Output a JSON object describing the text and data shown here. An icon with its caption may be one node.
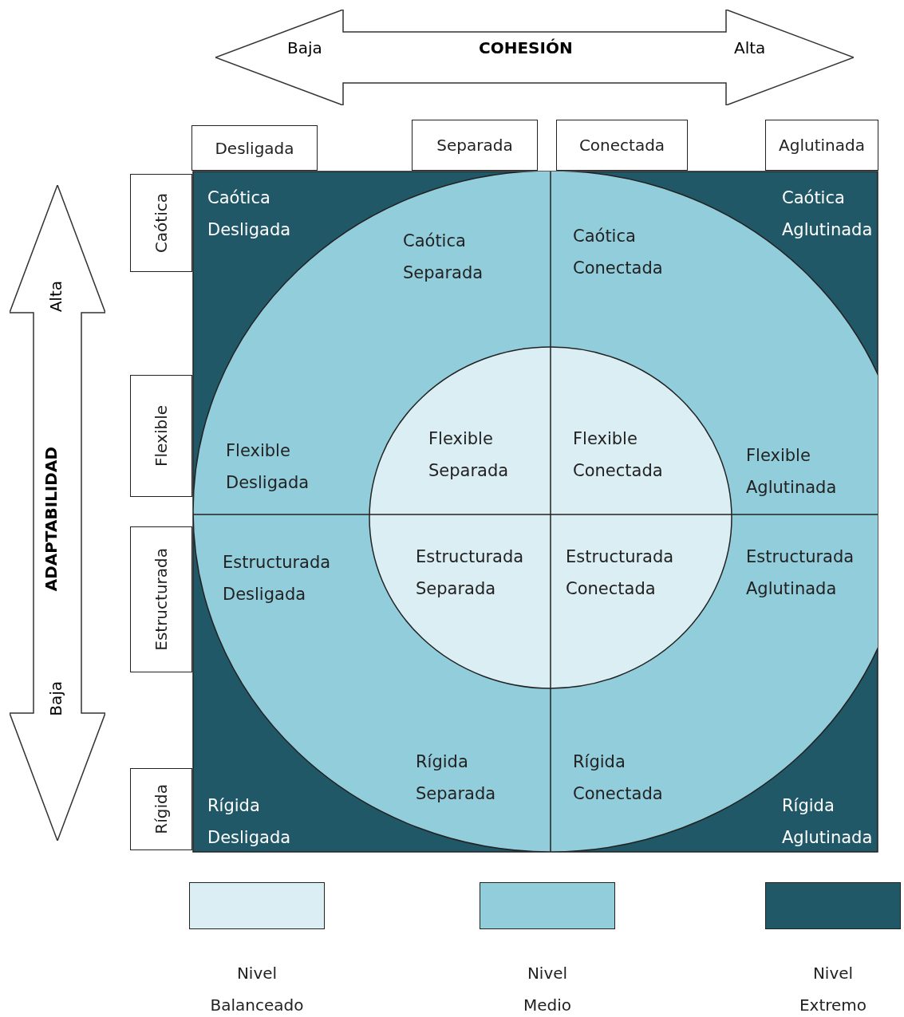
{
  "diagram": {
    "nodes": [
      {
        "text": [
          "Baja",
          "COHESIÓN",
          "Alta"
        ]
      },
      {
        "text": [
          "Alta",
          "ADAPTABILIDAD",
          "Baja"
        ]
      },
      {
        "text": [
          "Desligada"
        ]
      },
      {
        "text": [
          "Separada"
        ]
      },
      {
        "text": [
          "Conectada"
        ]
      },
      {
        "text": [
          "Aglutinada"
        ]
      },
      {
        "text": [
          "Caótica"
        ]
      },
      {
        "text": [
          "Flexible"
        ]
      },
      {
        "text": [
          "Estructurada"
        ]
      },
      {
        "text": [
          "Rígida"
        ]
      }
    ],
    "labels": [
      "Caótica Desligada",
      "Caótica Aglutinada",
      "Caótica Conectada",
      "Caótica Separada",
      "Flexible Separada",
      "Flexible Conectada",
      "Flexible Desligada",
      "Flexible Aglutinada",
      "Estructurada Separada",
      "Estructurada Conectada",
      "Estructurada Aglutinada",
      "Estructurada Desligada",
      "Rígida Separada",
      "Rígida Conectada",
      "Rígida Desligada",
      "Rígida Aglutinada"
    ],
    "legend": [
      {
        "text": "Nivel Balanceado",
        "color": "#dbeef4"
      },
      {
        "text": "Nivel Medio",
        "color": "#92cddc"
      },
      {
        "text": "Nivel Extremo",
        "color": "#215868"
      }
    ]
  }
}
